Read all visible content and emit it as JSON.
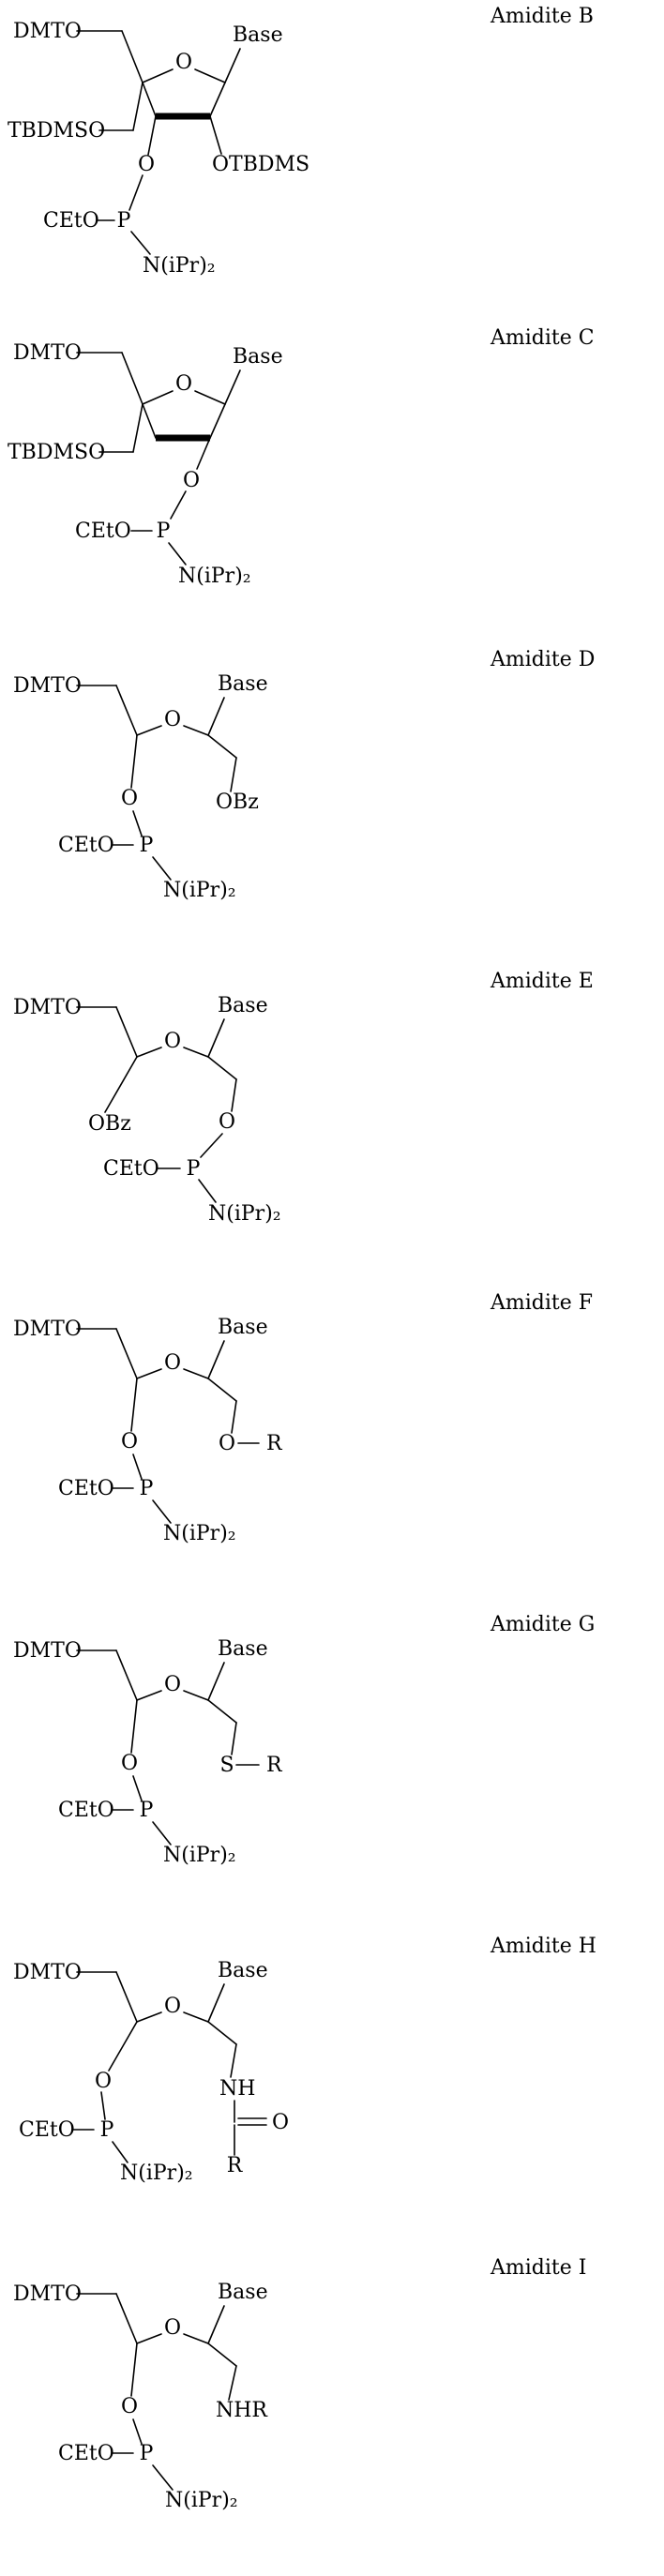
{
  "colors": {
    "background": "#ffffff",
    "ink": "#000000"
  },
  "structures": [
    {
      "title": "Amidite B",
      "atoms": {
        "dmto": "DMTO",
        "base": "Base",
        "ring_o": "O",
        "tbdmso": "TBDMSO",
        "otbdms": "OTBDMS",
        "link_o": "O",
        "ceto": "CEtO",
        "p": "P",
        "amine": "N(iPr)₂"
      }
    },
    {
      "title": "Amidite C",
      "atoms": {
        "dmto": "DMTO",
        "base": "Base",
        "ring_o": "O",
        "tbdmso": "TBDMSO",
        "link_o": "O",
        "ceto": "CEtO",
        "p": "P",
        "amine": "N(iPr)₂"
      }
    },
    {
      "title": "Amidite D",
      "atoms": {
        "dmto": "DMTO",
        "base": "Base",
        "central_o": "O",
        "obz": "OBz",
        "link_o": "O",
        "ceto": "CEtO",
        "p": "P",
        "amine": "N(iPr)₂"
      }
    },
    {
      "title": "Amidite E",
      "atoms": {
        "dmto": "DMTO",
        "base": "Base",
        "central_o": "O",
        "obz": "OBz",
        "link_o": "O",
        "ceto": "CEtO",
        "p": "P",
        "amine": "N(iPr)₂"
      }
    },
    {
      "title": "Amidite F",
      "atoms": {
        "dmto": "DMTO",
        "base": "Base",
        "central_o": "O",
        "link_o": "O",
        "ether_o": "O",
        "r": "R",
        "ceto": "CEtO",
        "p": "P",
        "amine": "N(iPr)₂"
      }
    },
    {
      "title": "Amidite G",
      "atoms": {
        "dmto": "DMTO",
        "base": "Base",
        "central_o": "O",
        "link_o": "O",
        "s": "S",
        "r": "R",
        "ceto": "CEtO",
        "p": "P",
        "amine": "N(iPr)₂"
      }
    },
    {
      "title": "Amidite H",
      "atoms": {
        "dmto": "DMTO",
        "base": "Base",
        "central_o": "O",
        "link_o": "O",
        "nh": "NH",
        "carbonyl_o": "O",
        "r": "R",
        "ceto": "CEtO",
        "p": "P",
        "amine": "N(iPr)₂"
      }
    },
    {
      "title": "Amidite I",
      "atoms": {
        "dmto": "DMTO",
        "base": "Base",
        "central_o": "O",
        "link_o": "O",
        "nhr": "NHR",
        "ceto": "CEtO",
        "p": "P",
        "amine": "N(iPr)₂"
      }
    }
  ]
}
